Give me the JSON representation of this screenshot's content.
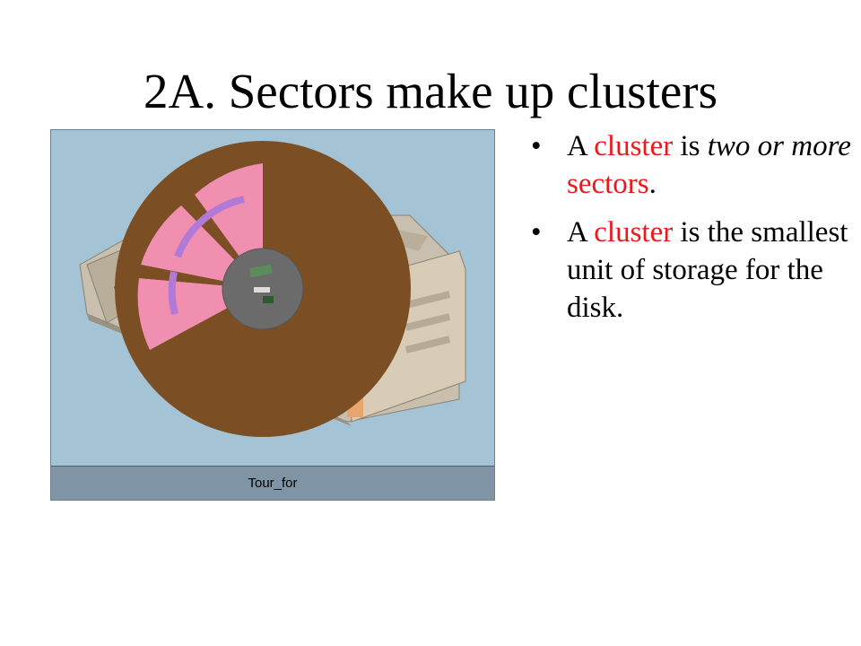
{
  "slide": {
    "title": "2A. Sectors make up clusters",
    "figure": {
      "caption": "Tour_for",
      "icon": "hard-disk-platter-illustration",
      "colors": {
        "background": "#a4c4d6",
        "platter": "#7b4f23",
        "sector_highlight": "#f08fb0",
        "track_band": "#b07ad6",
        "hub": "#6b6b6b",
        "caption_bar": "#7f94a5"
      }
    },
    "bullets": [
      {
        "marker": "•",
        "parts": [
          {
            "text": "A "
          },
          {
            "text": "cluster",
            "style": "red"
          },
          {
            "text": " is "
          },
          {
            "text": "two or more",
            "style": "italic"
          },
          {
            "text": " "
          },
          {
            "text": "sectors",
            "style": "red"
          },
          {
            "text": "."
          }
        ]
      },
      {
        "marker": "•",
        "parts": [
          {
            "text": "A "
          },
          {
            "text": "cluster",
            "style": "red"
          },
          {
            "text": " is the smallest unit of storage for the disk."
          }
        ]
      }
    ],
    "accent_color": "#e8191b"
  }
}
